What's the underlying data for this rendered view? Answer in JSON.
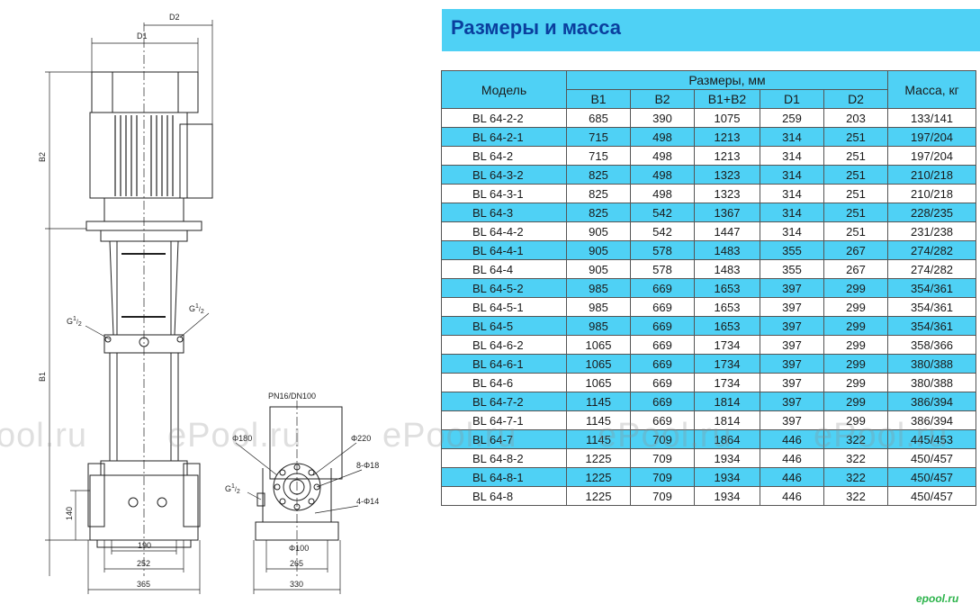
{
  "title": "Размеры и масса",
  "table": {
    "header_model": "Модель",
    "header_dims": "Размеры, мм",
    "header_mass": "Масса, кг",
    "sub_headers": [
      "B1",
      "B2",
      "B1+B2",
      "D1",
      "D2"
    ],
    "rows": [
      [
        "BL 64-2-2",
        "685",
        "390",
        "1075",
        "259",
        "203",
        "133/141"
      ],
      [
        "BL 64-2-1",
        "715",
        "498",
        "1213",
        "314",
        "251",
        "197/204"
      ],
      [
        "BL 64-2",
        "715",
        "498",
        "1213",
        "314",
        "251",
        "197/204"
      ],
      [
        "BL 64-3-2",
        "825",
        "498",
        "1323",
        "314",
        "251",
        "210/218"
      ],
      [
        "BL 64-3-1",
        "825",
        "498",
        "1323",
        "314",
        "251",
        "210/218"
      ],
      [
        "BL 64-3",
        "825",
        "542",
        "1367",
        "314",
        "251",
        "228/235"
      ],
      [
        "BL 64-4-2",
        "905",
        "542",
        "1447",
        "314",
        "251",
        "231/238"
      ],
      [
        "BL 64-4-1",
        "905",
        "578",
        "1483",
        "355",
        "267",
        "274/282"
      ],
      [
        "BL 64-4",
        "905",
        "578",
        "1483",
        "355",
        "267",
        "274/282"
      ],
      [
        "BL 64-5-2",
        "985",
        "669",
        "1653",
        "397",
        "299",
        "354/361"
      ],
      [
        "BL 64-5-1",
        "985",
        "669",
        "1653",
        "397",
        "299",
        "354/361"
      ],
      [
        "BL 64-5",
        "985",
        "669",
        "1653",
        "397",
        "299",
        "354/361"
      ],
      [
        "BL 64-6-2",
        "1065",
        "669",
        "1734",
        "397",
        "299",
        "358/366"
      ],
      [
        "BL 64-6-1",
        "1065",
        "669",
        "1734",
        "397",
        "299",
        "380/388"
      ],
      [
        "BL 64-6",
        "1065",
        "669",
        "1734",
        "397",
        "299",
        "380/388"
      ],
      [
        "BL 64-7-2",
        "1145",
        "669",
        "1814",
        "397",
        "299",
        "386/394"
      ],
      [
        "BL 64-7-1",
        "1145",
        "669",
        "1814",
        "397",
        "299",
        "386/394"
      ],
      [
        "BL 64-7",
        "1145",
        "709",
        "1864",
        "446",
        "322",
        "445/453"
      ],
      [
        "BL 64-8-2",
        "1225",
        "709",
        "1934",
        "446",
        "322",
        "450/457"
      ],
      [
        "BL 64-8-1",
        "1225",
        "709",
        "1934",
        "446",
        "322",
        "450/457"
      ],
      [
        "BL 64-8",
        "1225",
        "709",
        "1934",
        "446",
        "322",
        "450/457"
      ]
    ]
  },
  "drawing": {
    "d2": "D2",
    "d1": "D1",
    "b2": "B2",
    "b1": "B1",
    "g_left": "G",
    "g_right": "G",
    "g_base": "G",
    "g_sup": "1",
    "g_sub": "2",
    "dim_140": "140",
    "dim_190": "190",
    "dim_252": "252",
    "dim_365": "365",
    "pn": "PN16/DN100",
    "phi180": "Φ180",
    "phi220": "Φ220",
    "holes8": "8-Φ18",
    "holes4": "4-Φ14",
    "phi100": "Φ100",
    "dim_265": "265",
    "dim_330": "330"
  },
  "watermarks": [
    "ool.ru",
    "ePool.ru",
    "ePool.ru",
    "ePool.ru",
    "ePool.ru"
  ],
  "logo": "epool.ru"
}
